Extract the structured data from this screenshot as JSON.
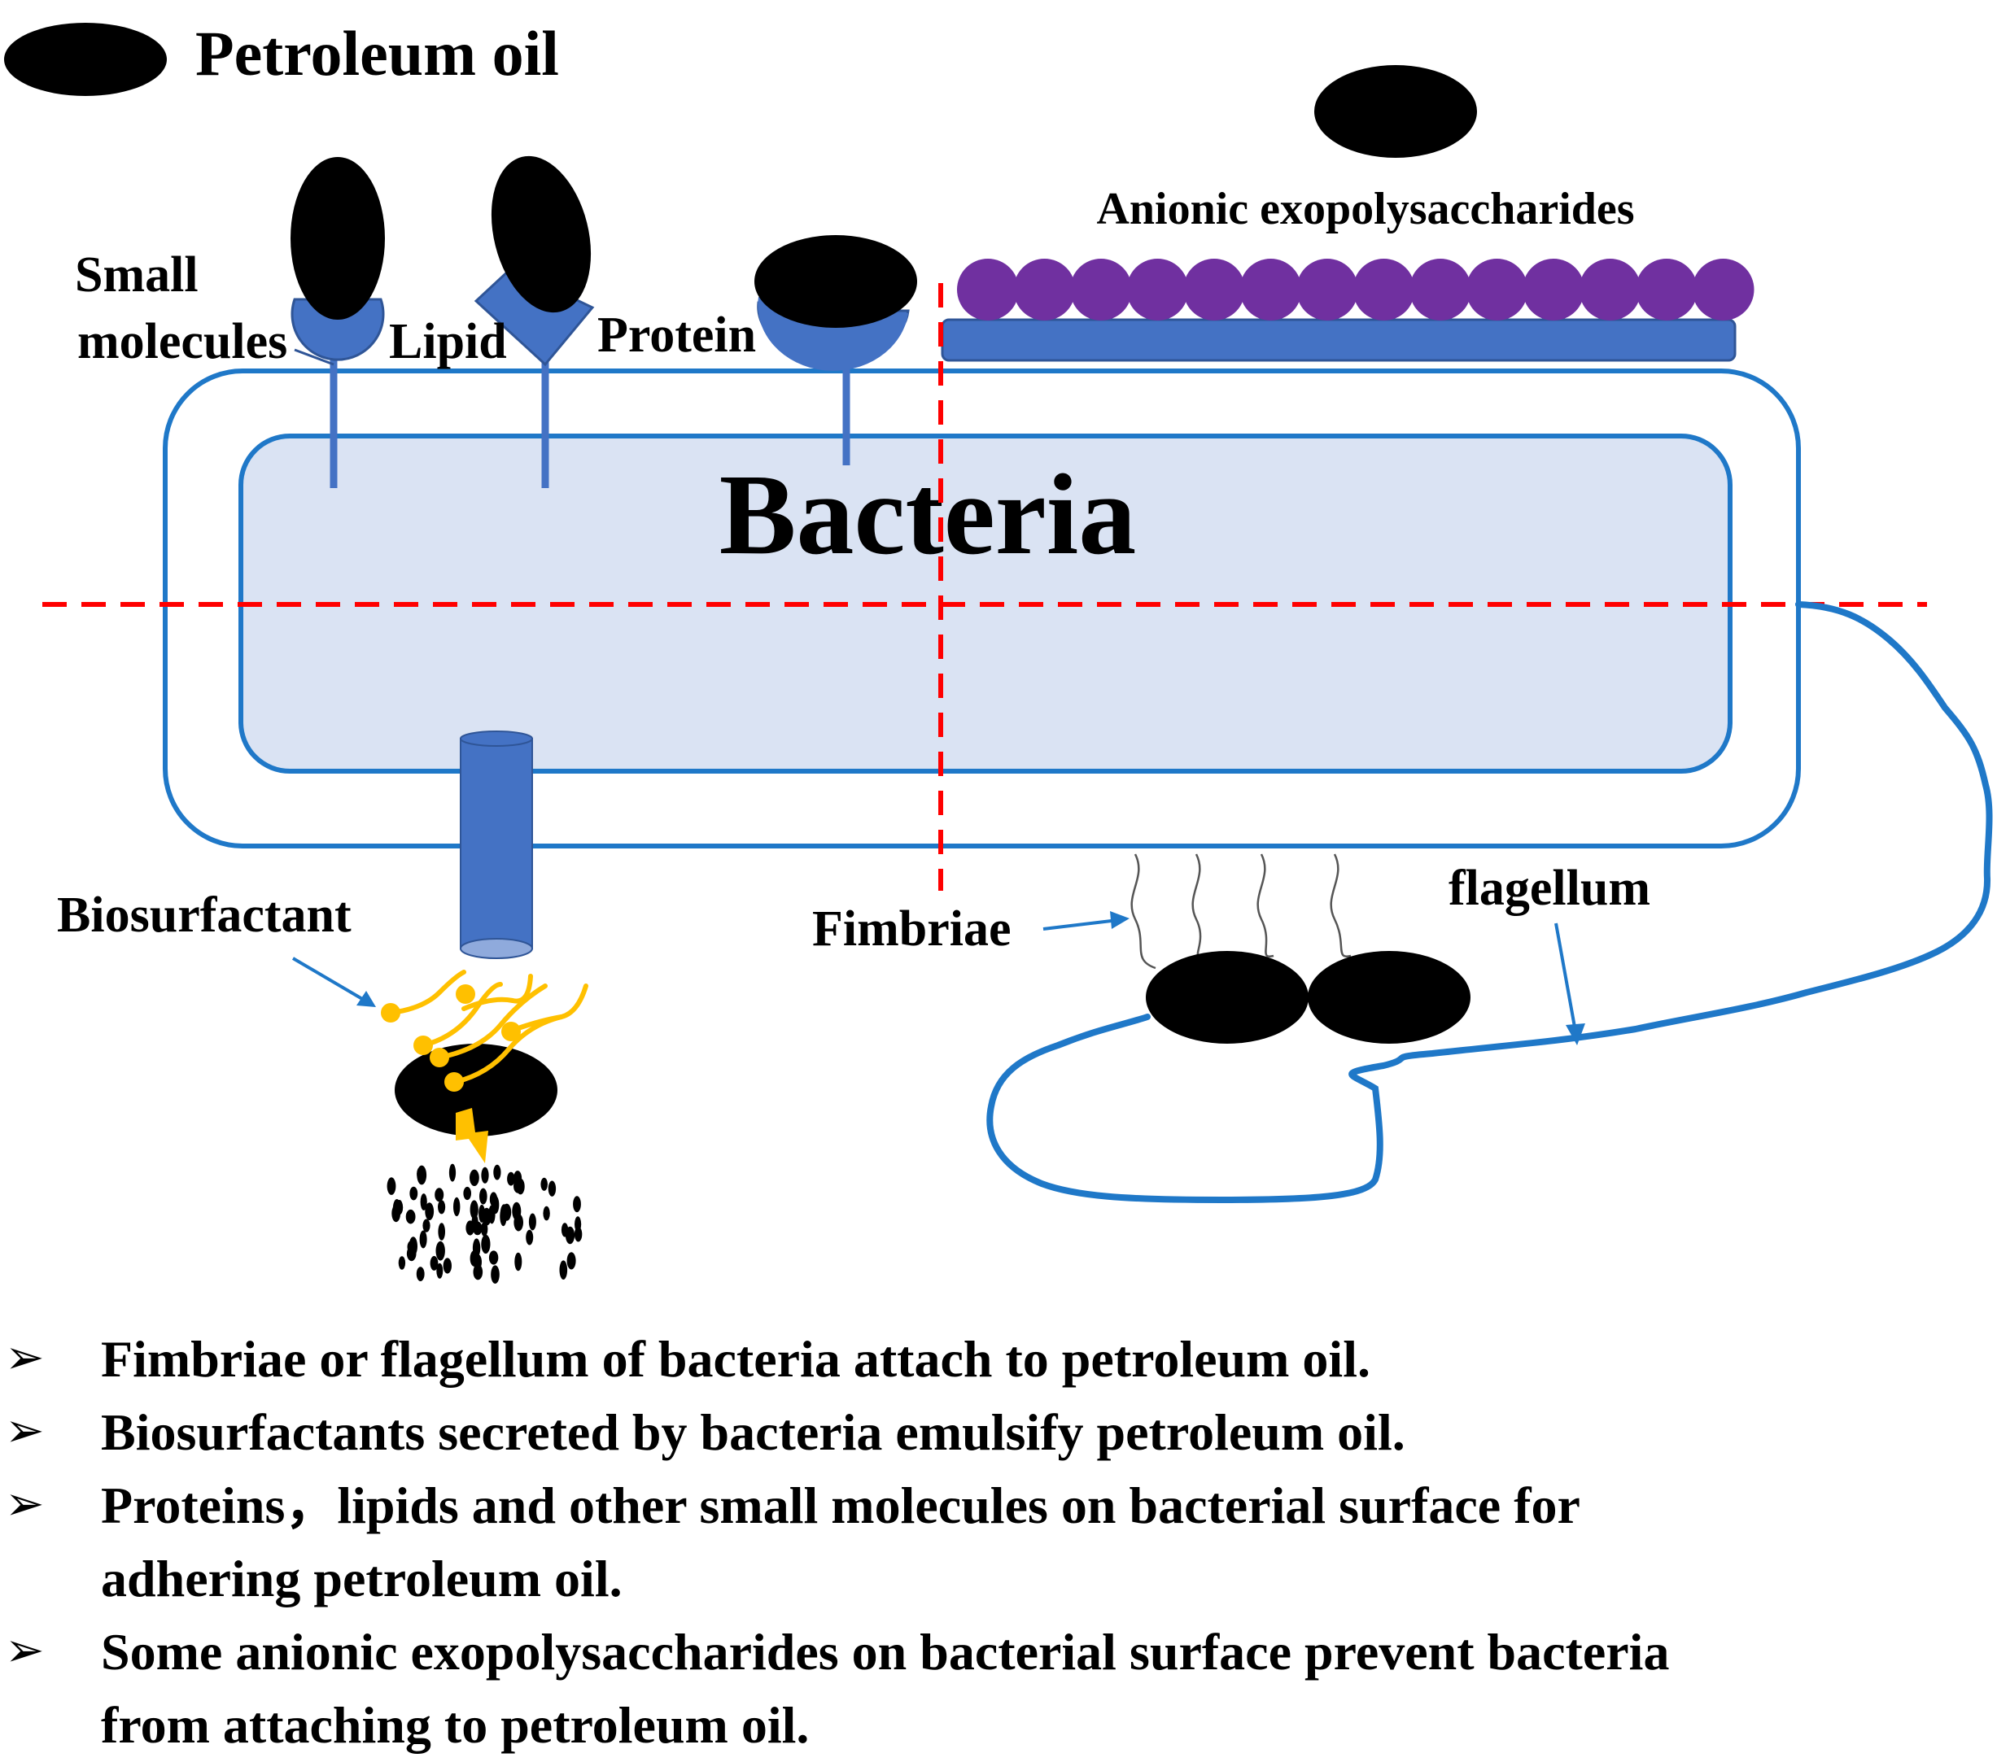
{
  "legend": {
    "label": "Petroleum oil",
    "icon": "black-ellipse"
  },
  "cell": {
    "title": "Bacteria"
  },
  "labels": {
    "small_molecules_line1": "Small",
    "small_molecules_line2": "molecules",
    "lipid": "Lipid",
    "protein": "Protein",
    "exopolysaccharides": "Anionic exopolysaccharides",
    "biosurfactant": "Biosurfactant",
    "fimbriae": "Fimbriae",
    "flagellum": "flagellum"
  },
  "bullet_marker": "➢",
  "bullets": [
    {
      "lines": [
        "Fimbriae or flagellum of bacteria attach to petroleum oil."
      ]
    },
    {
      "lines": [
        "Biosurfactants secreted by bacteria emulsify petroleum oil."
      ]
    },
    {
      "lines": [
        "Proteins，lipids and other small molecules on bacterial surface for",
        "adhering petroleum oil."
      ]
    },
    {
      "lines": [
        "Some anionic exopolysaccharides on bacterial surface  prevent bacteria",
        "from attaching to petroleum oil."
      ]
    }
  ],
  "colors": {
    "oil": "#000000",
    "receptor": "#4472c4",
    "outline": "#1f78c8",
    "cytoplasm": "#dae3f3",
    "exopolysaccharide": "#7030a0",
    "dashed_divider": "#ff0000",
    "biosurfactant": "#ffc000"
  }
}
